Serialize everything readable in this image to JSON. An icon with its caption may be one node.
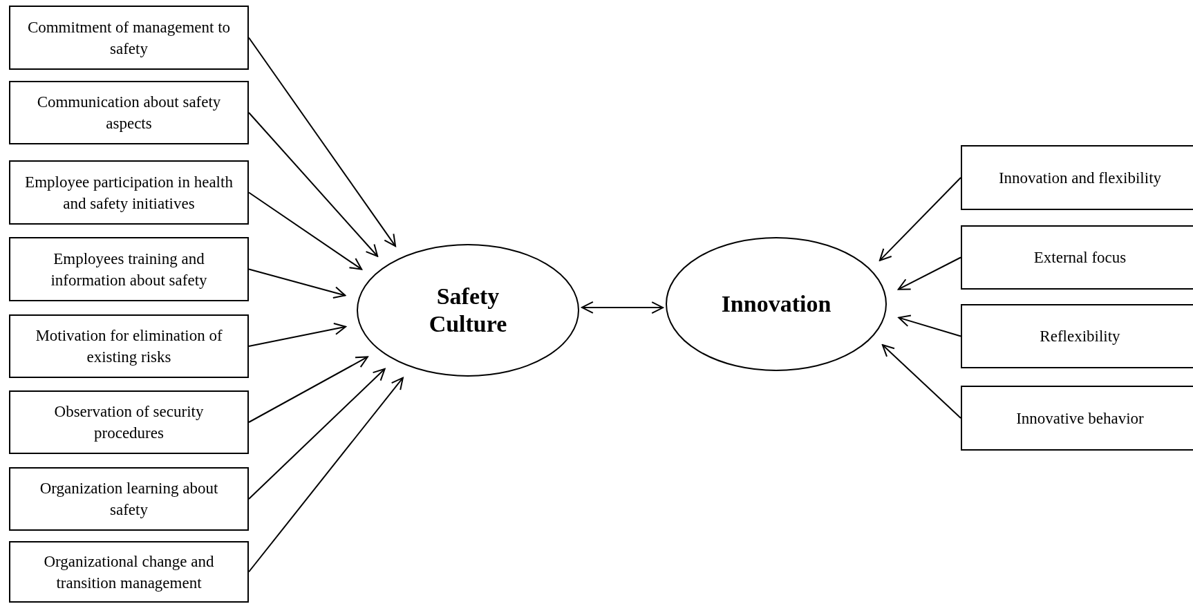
{
  "diagram": {
    "nodes": [
      {
        "text": [
          "Commitment of management to safety"
        ]
      },
      {
        "text": [
          "Communication about safety aspects"
        ]
      },
      {
        "text": [
          "Employee participation in health and safety initiatives"
        ]
      },
      {
        "text": [
          "Employees training and information about safety"
        ]
      },
      {
        "text": [
          "Motivation for elimination of existing risks"
        ]
      },
      {
        "text": [
          "Observation of security procedures"
        ]
      },
      {
        "text": [
          "Organization learning about safety"
        ]
      },
      {
        "text": [
          "Organizational change and transition management"
        ]
      },
      {
        "text": [
          "Safety Culture"
        ]
      },
      {
        "text": [
          "Innovation"
        ]
      },
      {
        "text": [
          "Innovation and flexibility"
        ]
      },
      {
        "text": [
          "External focus"
        ]
      },
      {
        "text": [
          "Reflexibility"
        ]
      },
      {
        "text": [
          "Innovative behavior"
        ]
      }
    ],
    "edges": [
      {
        "from": 0,
        "to": 8,
        "arrow": "to"
      },
      {
        "from": 1,
        "to": 8,
        "arrow": "to"
      },
      {
        "from": 2,
        "to": 8,
        "arrow": "to"
      },
      {
        "from": 3,
        "to": 8,
        "arrow": "to"
      },
      {
        "from": 4,
        "to": 8,
        "arrow": "to"
      },
      {
        "from": 5,
        "to": 8,
        "arrow": "to"
      },
      {
        "from": 6,
        "to": 8,
        "arrow": "to"
      },
      {
        "from": 7,
        "to": 8,
        "arrow": "to"
      },
      {
        "from": 8,
        "to": 9,
        "arrow": "both"
      },
      {
        "from": 10,
        "to": 9,
        "arrow": "to"
      },
      {
        "from": 11,
        "to": 9,
        "arrow": "to"
      },
      {
        "from": 12,
        "to": 9,
        "arrow": "to"
      },
      {
        "from": 13,
        "to": 9,
        "arrow": "to"
      }
    ]
  }
}
